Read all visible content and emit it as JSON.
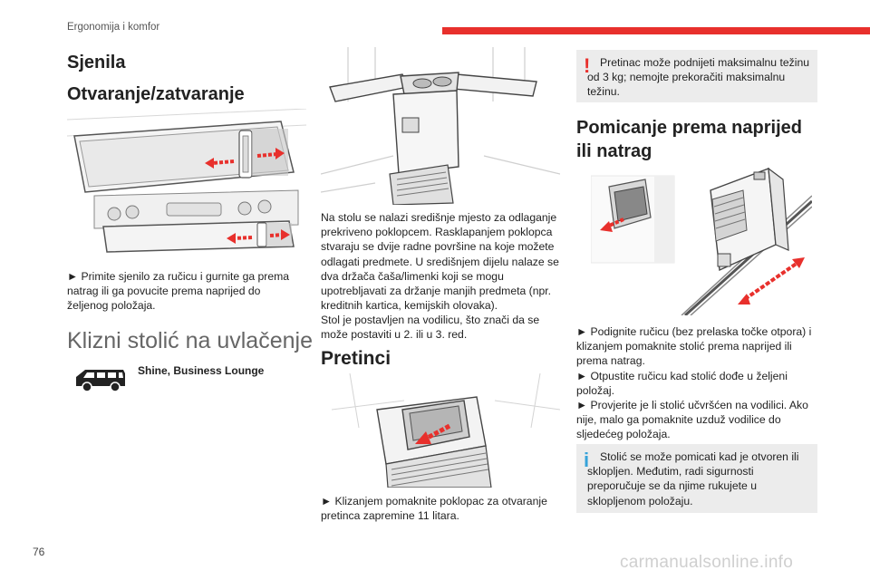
{
  "header": {
    "section": "Ergonomija i komfor"
  },
  "left": {
    "title": "Sjenila",
    "subtitle": "Otvaranje/zatvaranje",
    "caption": "► Primite sjenilo za ručicu i gurnite ga prema natrag ili ga povucite prema naprijed do željenog položaja.",
    "section_title": "Klizni stolić na uvlačenje",
    "trim_label": "Shine, Business Lounge"
  },
  "middle": {
    "description": "Na stolu se nalazi središnje mjesto za odlaganje prekriveno poklopcem. Rasklapanjem poklopca stvaraju se dvije radne površine na koje možete odlagati predmete. U središnjem dijelu nalaze se dva držača čaša/limenki koji se mogu upotrebljavati za držanje manjih predmeta (npr. kreditnih kartica, kemijskih olovaka).",
    "description2": "Stol je postavljen na vodilicu, što znači da se može postaviti u 2. ili u 3. red.",
    "pretinci_title": "Pretinci",
    "pretinci_caption": "► Klizanjem pomaknite poklopac za otvaranje pretinca zapremine 11 litara."
  },
  "right": {
    "warning": "Pretinac može podnijeti maksimalnu težinu od 3 kg; nemojte prekoračiti maksimalnu težinu.",
    "move_title": "Pomicanje prema naprijed ili natrag",
    "steps": [
      "► Podignite ručicu (bez prelaska točke otpora) i klizanjem pomaknite stolić prema naprijed ili prema natrag.",
      "► Otpustite ručicu kad stolić dođe u željeni položaj.",
      "► Provjerite je li stolić učvršćen na vodilici. Ako nije, malo ga pomaknite uzduž vodilice do sljedećeg položaja."
    ],
    "info": "Stolić se može pomicati kad je otvoren ili sklopljen. Međutim, radi sigurnosti preporučuje se da njime rukujete u sklopljenom položaju."
  },
  "footer": {
    "page_number": "76",
    "watermark": "carmanualsonline.info"
  },
  "colors": {
    "accent": "#e8302c",
    "info": "#36a3d9",
    "box_bg": "#ececec"
  }
}
